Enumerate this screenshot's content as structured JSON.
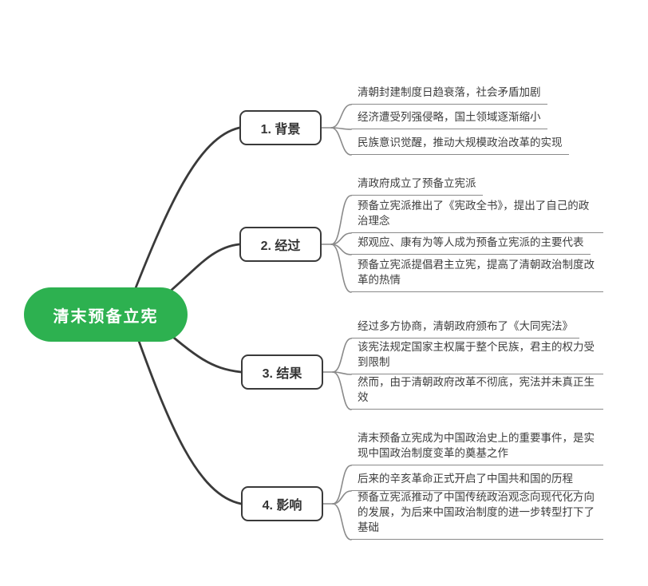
{
  "root": {
    "label": "清末预备立宪"
  },
  "branches": [
    {
      "label": "1. 背景",
      "children": [
        "清朝封建制度日趋衰落，社会矛盾加剧",
        "经济遭受列强侵略，国土领域逐渐缩小",
        "民族意识觉醒，推动大规模政治改革的实现"
      ]
    },
    {
      "label": "2. 经过",
      "children": [
        "清政府成立了预备立宪派",
        "预备立宪派推出了《宪政全书》，提出了自己的政治理念",
        "郑观应、康有为等人成为预备立宪派的主要代表",
        "预备立宪派提倡君主立宪，提高了清朝政治制度改革的热情"
      ]
    },
    {
      "label": "3. 结果",
      "children": [
        "经过多方协商，清朝政府颁布了《大同宪法》",
        "该宪法规定国家主权属于整个民族，君主的权力受到限制",
        "然而，由于清朝政府改革不彻底，宪法并未真正生效"
      ]
    },
    {
      "label": "4. 影响",
      "children": [
        "清末预备立宪成为中国政治史上的重要事件，是实现中国政治制度变革的奠基之作",
        "后来的辛亥革命正式开启了中国共和国的历程",
        "预备立宪派推动了中国传统政治观念向现代化方向的发展，为后来中国政治制度的进一步转型打下了基础"
      ]
    }
  ],
  "colors": {
    "root_background": "#2db150",
    "root_text": "#ffffff",
    "branch_border": "#3a3a3a",
    "branch_text": "#333333",
    "leaf_text": "#3d3d3d",
    "leaf_line": "#8a8a8a",
    "page_background": "#ffffff"
  }
}
